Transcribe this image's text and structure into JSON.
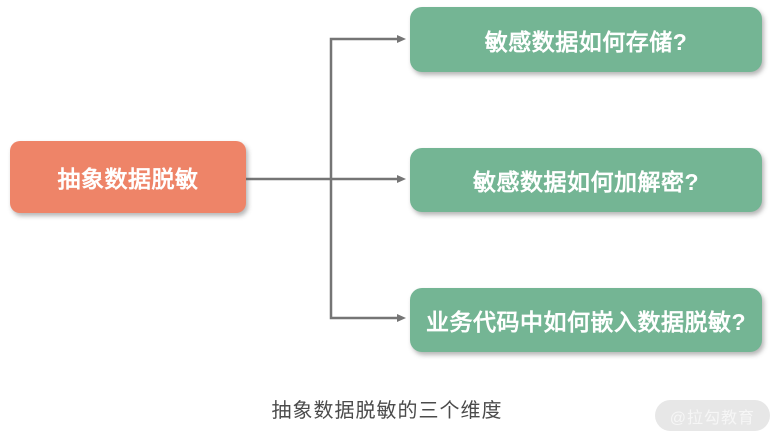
{
  "diagram": {
    "root": {
      "label": "抽象数据脱敏"
    },
    "branches": [
      {
        "label": "敏感数据如何存储?"
      },
      {
        "label": "敏感数据如何加解密?"
      },
      {
        "label": "业务代码中如何嵌入数据脱敏?"
      }
    ]
  },
  "caption": "抽象数据脱敏的三个维度",
  "watermark": "@拉勾教育",
  "colors": {
    "page_bg": "#ffffff",
    "root_fill": "#ee8468",
    "branch_fill": "#74b594",
    "connector": "#757575",
    "node_text": "#ffffff",
    "caption_text": "#4b4b4b",
    "watermark_bg": "#e7e7e7",
    "watermark_text": "#f6f6f6"
  }
}
